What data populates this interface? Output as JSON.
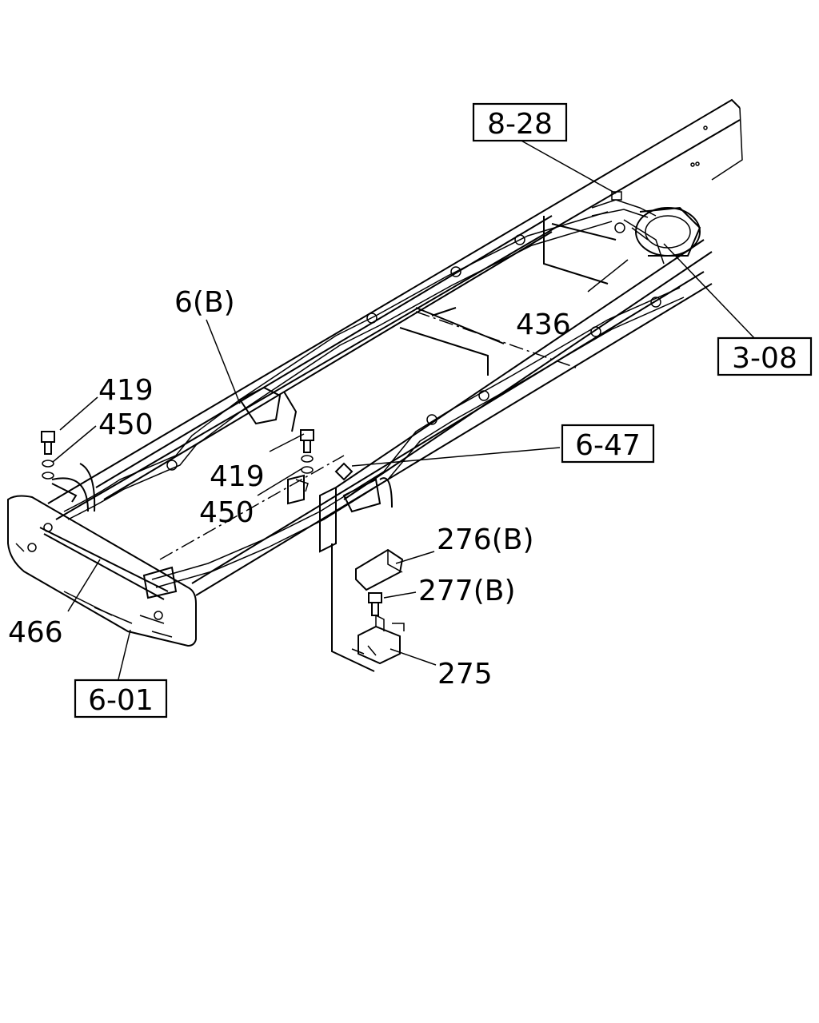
{
  "colors": {
    "line": "#000000",
    "background": "#ffffff"
  },
  "callouts": {
    "ref_8_28": "8-28",
    "ref_3_08": "3-08",
    "ref_6_47": "6-47",
    "ref_6_01": "6-01",
    "part_6b": "6(B)",
    "part_436": "436",
    "part_419_a": "419",
    "part_450_a": "450",
    "part_419_b": "419",
    "part_450_b": "450",
    "part_276b": "276(B)",
    "part_277b": "277(B)",
    "part_275": "275",
    "part_466": "466"
  }
}
